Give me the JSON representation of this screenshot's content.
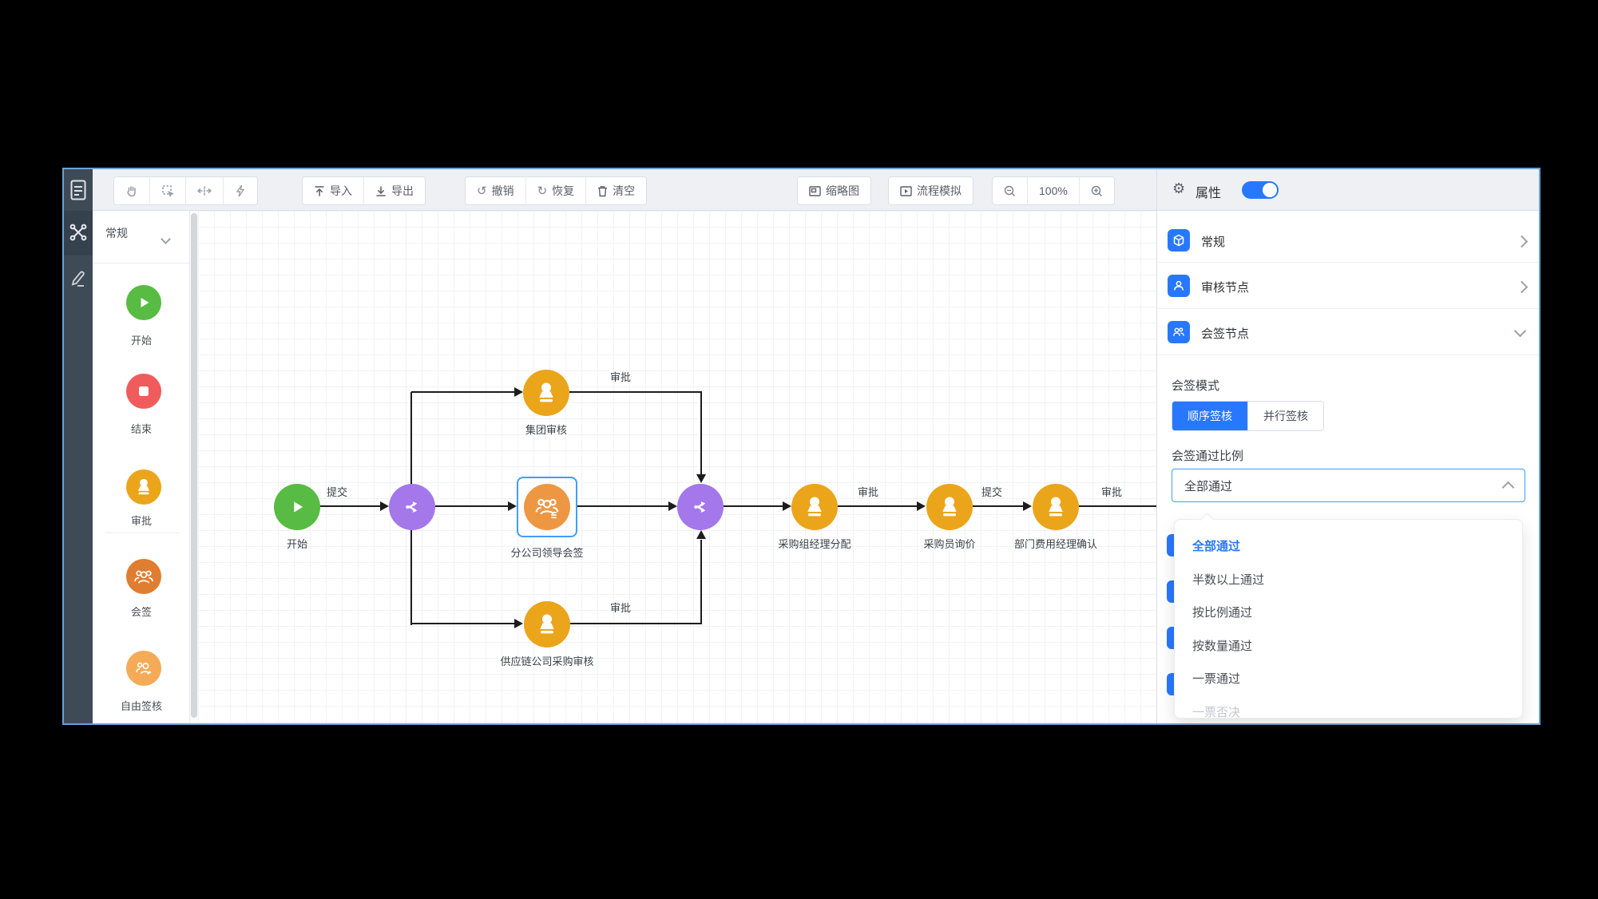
{
  "rail": {
    "icons": [
      {
        "name": "document-icon"
      },
      {
        "name": "flow-nodes-icon"
      },
      {
        "name": "pencil-icon"
      }
    ]
  },
  "toolbar": {
    "tools": [
      {
        "icon": "hand-icon"
      },
      {
        "icon": "marquee-select-icon"
      },
      {
        "icon": "move-horizontal-icon"
      },
      {
        "icon": "lightning-icon"
      }
    ],
    "import_label": "导入",
    "export_label": "导出",
    "undo_label": "撤销",
    "redo_label": "恢复",
    "clear_label": "清空",
    "minimap_label": "缩略图",
    "simulate_label": "流程模拟",
    "zoom_level": "100%"
  },
  "palette": {
    "category": "常规",
    "items": [
      {
        "label": "开始",
        "color": "#58bb43",
        "icon": "play-icon"
      },
      {
        "label": "结束",
        "color": "#f05b5b",
        "icon": "stop-icon"
      },
      {
        "label": "审批",
        "color": "#eba51b",
        "icon": "stamp-icon"
      },
      {
        "label": "会签",
        "color": "#e07d30",
        "icon": "group-icon"
      },
      {
        "label": "自由签核",
        "color": "#f5aa58",
        "icon": "free-sign-icon"
      }
    ]
  },
  "canvas": {
    "nodes": [
      {
        "label": "开始",
        "type": "start"
      },
      {
        "label": "集团审核",
        "type": "approve"
      },
      {
        "label": "分公司领导会签",
        "type": "countersign",
        "selected": true
      },
      {
        "label": "供应链公司采购审核",
        "type": "approve"
      },
      {
        "label": "采购组经理分配",
        "type": "approve"
      },
      {
        "label": "采购员询价",
        "type": "approve"
      },
      {
        "label": "部门费用经理确认",
        "type": "approve"
      }
    ],
    "edge_labels": [
      {
        "text": "提交"
      },
      {
        "text": "审批"
      },
      {
        "text": "审批"
      },
      {
        "text": "审批"
      },
      {
        "text": "提交"
      },
      {
        "text": "审批"
      }
    ],
    "selected_node": "分公司领导会签"
  },
  "panel": {
    "title": "属性",
    "toggle_on": true,
    "sections": [
      {
        "label": "常规",
        "icon": "cube-icon",
        "state": "collapsed"
      },
      {
        "label": "审核节点",
        "icon": "user-icon",
        "state": "collapsed"
      },
      {
        "label": "会签节点",
        "icon": "users-icon",
        "state": "expanded"
      }
    ],
    "mode": {
      "label": "会签模式",
      "options": [
        {
          "label": "顺序签核"
        },
        {
          "label": "并行签核"
        }
      ],
      "selected": "顺序签核"
    },
    "ratio": {
      "label": "会签通过比例",
      "value": "全部通过"
    },
    "dropdown": {
      "options": [
        {
          "label": "全部通过"
        },
        {
          "label": "半数以上通过"
        },
        {
          "label": "按比例通过"
        },
        {
          "label": "按数量通过"
        },
        {
          "label": "一票通过"
        },
        {
          "label": "一票否决"
        }
      ],
      "selected": "全部通过",
      "disabled": "一票否决"
    }
  },
  "colors": {
    "accent_blue": "#2878ff",
    "selection_blue": "#409eff",
    "node_green": "#58bb43",
    "node_red": "#f05b5b",
    "node_yellow": "#eba51b",
    "node_orange_selected": "#ee9742",
    "node_orange": "#e07d30",
    "node_light_orange": "#f5aa58",
    "node_purple": "#a478ea",
    "edge_black": "#1c1c1c"
  }
}
